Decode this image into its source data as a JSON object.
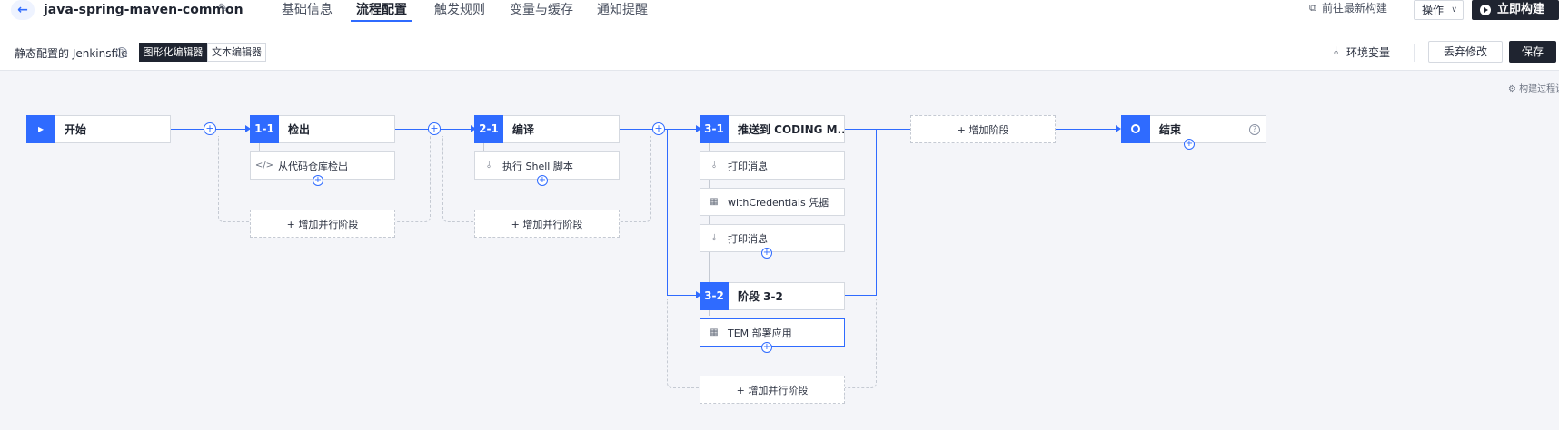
{
  "header": {
    "back_icon": "arrow-left-icon",
    "project_title": "java-spring-maven-common",
    "edit_icon": "edit-icon",
    "tabs": [
      {
        "label": "基础信息",
        "active": false
      },
      {
        "label": "流程配置",
        "active": true
      },
      {
        "label": "触发规则",
        "active": false
      },
      {
        "label": "变量与缓存",
        "active": false
      },
      {
        "label": "通知提醒",
        "active": false
      }
    ],
    "goto_latest": "前往最新构建",
    "ops_label": "操作",
    "build_now": "立即构建"
  },
  "subbar": {
    "jenkinsfile_label": "静态配置的 Jenkinsfile",
    "editor_visual": "图形化编辑器",
    "editor_text": "文本编辑器",
    "env_vars": "环境变量",
    "discard": "丢弃修改",
    "save": "保存",
    "build_process": "构建过程设"
  },
  "pipeline": {
    "start": {
      "label": "开始"
    },
    "end": {
      "label": "结束"
    },
    "stages": [
      {
        "num": "1-1",
        "label": "检出",
        "steps": [
          {
            "icon": "code-icon",
            "label": "从代码仓库检出"
          }
        ],
        "add_parallel": "+ 增加并行阶段"
      },
      {
        "num": "2-1",
        "label": "编译",
        "steps": [
          {
            "icon": "shell-icon",
            "label": "执行 Shell 脚本"
          }
        ],
        "add_parallel": "+ 增加并行阶段"
      },
      {
        "num": "3-1",
        "label": "推送到 CODING M...",
        "steps": [
          {
            "icon": "shell-icon",
            "label": "打印消息"
          },
          {
            "icon": "grid-icon",
            "label": "withCredentials 凭据"
          },
          {
            "icon": "shell-icon",
            "label": "打印消息"
          }
        ]
      },
      {
        "num": "3-2",
        "label": "阶段 3-2",
        "steps": [
          {
            "icon": "grid-icon",
            "label": "TEM 部署应用"
          }
        ],
        "add_parallel": "+ 增加并行阶段"
      }
    ],
    "add_stage": "+ 增加阶段"
  },
  "colors": {
    "accent": "#2f6bff",
    "dark": "#1f2430"
  }
}
